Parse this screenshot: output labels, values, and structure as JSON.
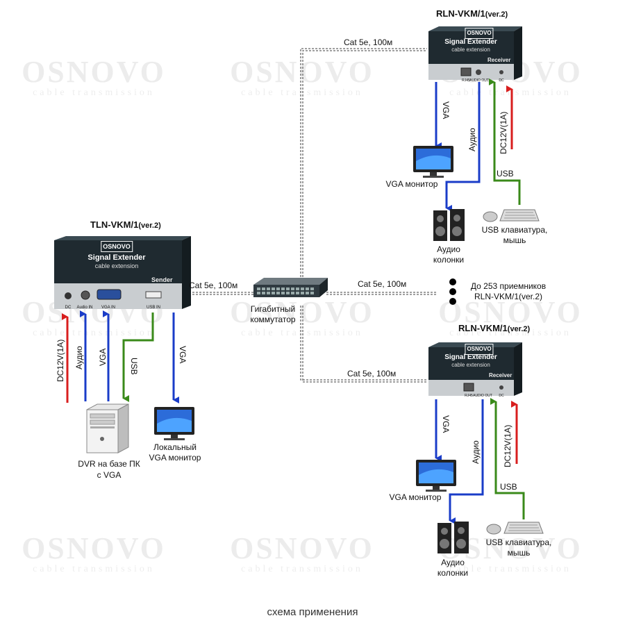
{
  "watermark": {
    "brand": "OSNOVO",
    "tagline": "cable transmission"
  },
  "sender": {
    "title": "TLN-VKM/1",
    "version": "(ver.2)",
    "brand": "OSNOVO",
    "product": "Signal Extender",
    "subtitle": "cable extension",
    "role": "Sender",
    "ports": [
      "DC",
      "Audio IN",
      "VGA IN",
      "USB IN"
    ],
    "power_label": "DC12V(1A)",
    "audio_label": "Аудио",
    "vga_label": "VGA",
    "usb_label": "USB",
    "vga_out_label": "VGA",
    "pc_label_1": "DVR на базе ПК",
    "pc_label_2": "с VGA",
    "monitor_label_1": "Локальный",
    "monitor_label_2": "VGA монитор"
  },
  "switch": {
    "label_1": "Гигабитный",
    "label_2": "коммутатор"
  },
  "cables": {
    "sender_to_switch": "Cat 5e, 100м",
    "switch_to_top": "Cat 5e, 100м",
    "switch_to_more": "Cat 5e, 100м",
    "switch_to_bottom": "Cat 5e, 100м"
  },
  "more_receivers": {
    "line_1": "До 253 приемников",
    "line_2": "RLN-VKM/1(ver.2)"
  },
  "receivers": [
    {
      "title": "RLN-VKM/1",
      "version": "(ver.2)",
      "brand": "OSNOVO",
      "product": "Signal Extender",
      "subtitle": "cable extension",
      "role": "Receiver",
      "ports": [
        "RJ45",
        "AUDIO OUT",
        "DC"
      ],
      "vga_label": "VGA",
      "audio_label": "Аудио",
      "power_label": "DC12V(1A)",
      "usb_label": "USB",
      "monitor_label": "VGA монитор",
      "speakers_label_1": "Аудио",
      "speakers_label_2": "колонки",
      "kbd_label_1": "USB клавиатура,",
      "kbd_label_2": "мышь"
    },
    {
      "title": "RLN-VKM/1",
      "version": "(ver.2)",
      "brand": "OSNOVO",
      "product": "Signal Extender",
      "subtitle": "cable extension",
      "role": "Receiver",
      "ports": [
        "RJ45",
        "AUDIO OUT",
        "DC"
      ],
      "vga_label": "VGA",
      "audio_label": "Аудио",
      "power_label": "DC12V(1A)",
      "usb_label": "USB",
      "monitor_label": "VGA монитор",
      "speakers_label_1": "Аудио",
      "speakers_label_2": "колонки",
      "kbd_label_1": "USB клавиатура,",
      "kbd_label_2": "мышь"
    }
  ],
  "caption": "схема применения",
  "colors": {
    "vga": "#1a3cc8",
    "usb": "#3a8a1a",
    "power": "#d81e1e",
    "device": "#1f2a30",
    "cable": "#555555"
  }
}
